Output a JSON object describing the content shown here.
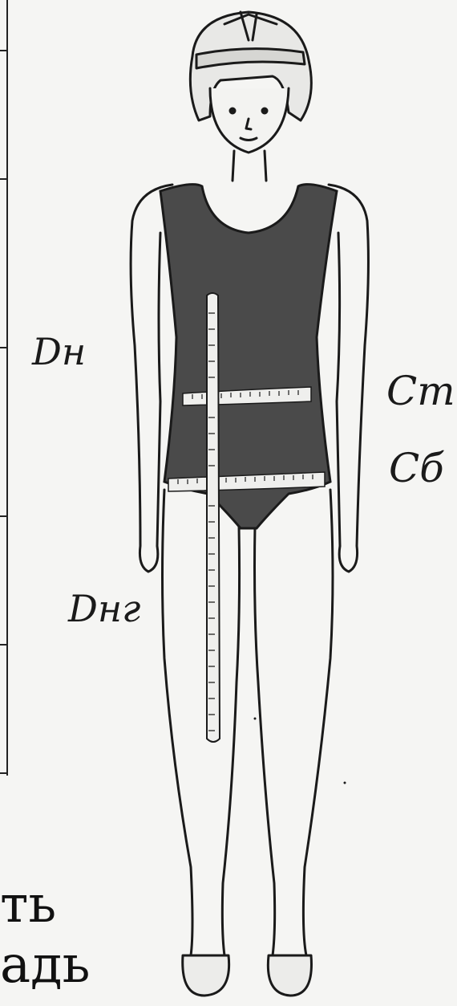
{
  "labels": {
    "dn": "Dн",
    "ct": "Cт",
    "cb": "Cб",
    "dng": "Dнг"
  },
  "text_fragments": {
    "line1": "ть",
    "line2": "адь"
  },
  "colors": {
    "ink": "#1a1a1a",
    "paper": "#f5f5f3",
    "suit": "#4a4a4a"
  }
}
